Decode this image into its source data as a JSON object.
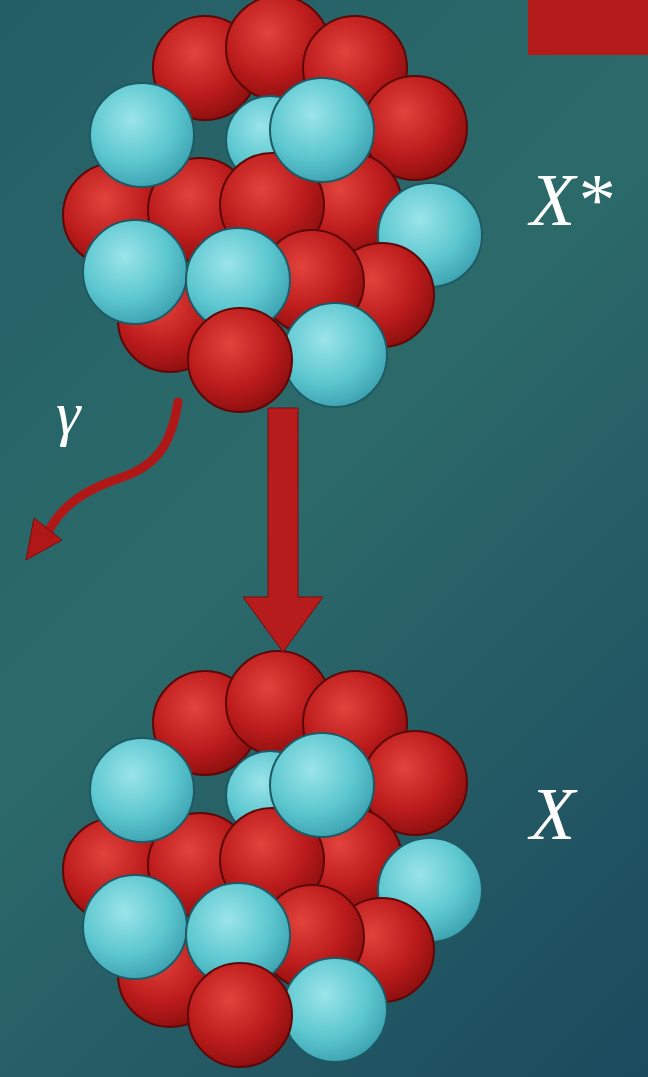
{
  "diagram": {
    "nodes": [
      {
        "text": [
          "X*"
        ]
      },
      {
        "text": [
          "X"
        ]
      }
    ],
    "edges": [
      {
        "from": 0,
        "to": 1,
        "arrow": "to"
      }
    ],
    "labels": [
      "γ"
    ]
  }
}
